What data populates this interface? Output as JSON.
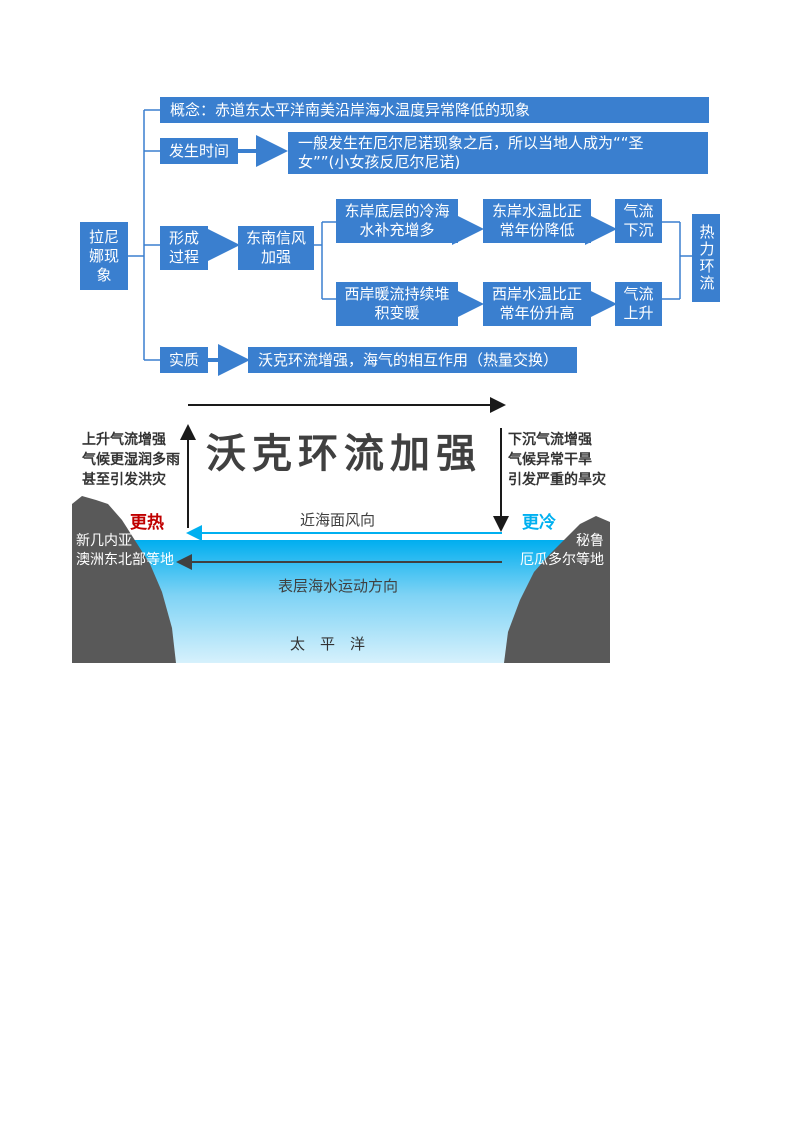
{
  "flowchart": {
    "root": "拉尼娜现象",
    "concept": "概念：赤道东太平洋南美沿岸海水温度异常降低的现象",
    "occurrence_time": {
      "label": "发生时间",
      "text": "一般发生在厄尔尼诺现象之后，所以当地人成为““圣\n女””(小女孩反厄尔尼诺)"
    },
    "formation": {
      "label": "形成过程",
      "cause": "东南信风加强",
      "east_branch": [
        "东岸底层的冷海水补充增多",
        "东岸水温比正常年份降低",
        "气流下沉"
      ],
      "west_branch": [
        "西岸暖流持续堆积变暖",
        "西岸水温比正常年份升高",
        "气流上升"
      ],
      "result": "热力环流"
    },
    "essence": {
      "label": "实质",
      "text": "沃克环流增强，海气的相互作用（热量交换）"
    }
  },
  "walker_diagram": {
    "title": "沃克环流加强",
    "left_weather": "上升气流增强\n气候更湿润多雨\n甚至引发洪灾",
    "right_weather": "下沉气流增强\n气候异常干旱\n引发严重的旱灾",
    "left_temp": "更热",
    "right_temp": "更冷",
    "wind_label": "近海面风向",
    "current_label": "表层海水运动方向",
    "ocean_label": "太　平　洋",
    "left_region": "新几内亚\n澳洲东北部等地",
    "right_region": "秘鲁\n厄瓜多尔等地",
    "colors": {
      "box_blue": "#3a7fcf",
      "warm_red": "#c00000",
      "cold_cyan": "#00b0f0",
      "land": "#595959"
    }
  }
}
